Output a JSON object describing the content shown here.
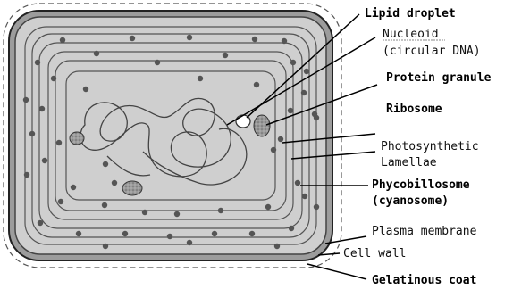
{
  "labels": {
    "lipid_droplet": "Lipid droplet",
    "nucleoid": "Nucleoid",
    "nucleoid_sub": "(circular DNA)",
    "protein_granule": "Protein granule",
    "ribosome": "Ribosome",
    "photosynthetic": "Photosynthetic",
    "lamellae": "Lamellae",
    "phycobillosome": "Phycobillosome",
    "cyanosome": "(cyanosome)",
    "plasma_membrane": "Plasma membrane",
    "cell_wall": "Cell wall",
    "gelatinous_coat": "Gelatinous coat"
  },
  "colors": {
    "cytoplasm": "#cfcfcf",
    "ribosome": "#555555",
    "outline": "#333333",
    "background": "#ffffff"
  }
}
